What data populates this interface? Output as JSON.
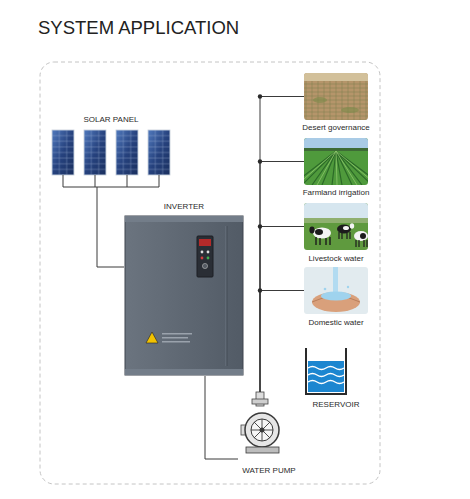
{
  "diagram": {
    "title": "SYSTEM APPLICATION",
    "nodes": [
      {
        "text": [
          "SOLAR PANEL"
        ]
      },
      {
        "text": [
          "INVERTER"
        ]
      },
      {
        "text": [
          "Desert governance"
        ]
      },
      {
        "text": [
          "Farmland irrigation"
        ]
      },
      {
        "text": [
          "Livestock water"
        ]
      },
      {
        "text": [
          "Domestic water"
        ]
      },
      {
        "text": [
          "RESERVOIR"
        ]
      },
      {
        "text": [
          "WATER PUMP"
        ]
      }
    ],
    "edges": [
      {
        "from": 0,
        "to": 1,
        "arrow": "none"
      },
      {
        "from": 1,
        "to": 7,
        "arrow": "none"
      },
      {
        "from": 7,
        "to": 2,
        "arrow": "none"
      },
      {
        "from": 7,
        "to": 3,
        "arrow": "none"
      },
      {
        "from": 7,
        "to": 4,
        "arrow": "none"
      },
      {
        "from": 7,
        "to": 5,
        "arrow": "none"
      }
    ]
  }
}
